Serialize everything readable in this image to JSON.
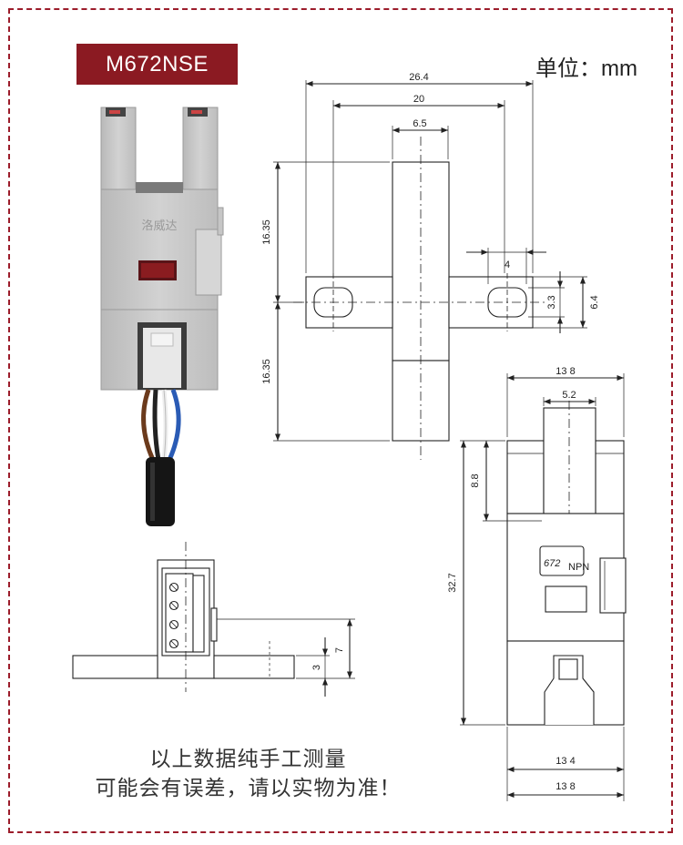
{
  "header": {
    "model": "M672NSE",
    "unit": "单位：mm"
  },
  "top_view": {
    "dim_total_width": "26.4",
    "dim_hole_pitch": "20",
    "dim_body_width": "6.5",
    "dim_upper_height": "16.35",
    "dim_lower_height": "16.35",
    "dim_flange_width": "4",
    "dim_hole_dia": "3.3",
    "dim_flange_height": "6.4"
  },
  "front_view": {
    "dim_top_width": "13 8",
    "dim_slot_width": "5.2",
    "dim_slot_depth": "8.8",
    "dim_total_height": "32.7",
    "dim_bottom_inner": "13 4",
    "dim_bottom_outer": "13 8",
    "label_model": "672",
    "label_type": "NPN"
  },
  "side_view": {
    "dim_height": "7",
    "dim_flange": "3"
  },
  "photo": {
    "brand_mark": "洛威达"
  },
  "notes": {
    "line1": "以上数据纯手工测量",
    "line2": "可能会有误差，请以实物为准！"
  },
  "colors": {
    "accent": "#8b1a22",
    "frame": "#9c1d2b",
    "sensor_body": "#c8c8c8"
  }
}
